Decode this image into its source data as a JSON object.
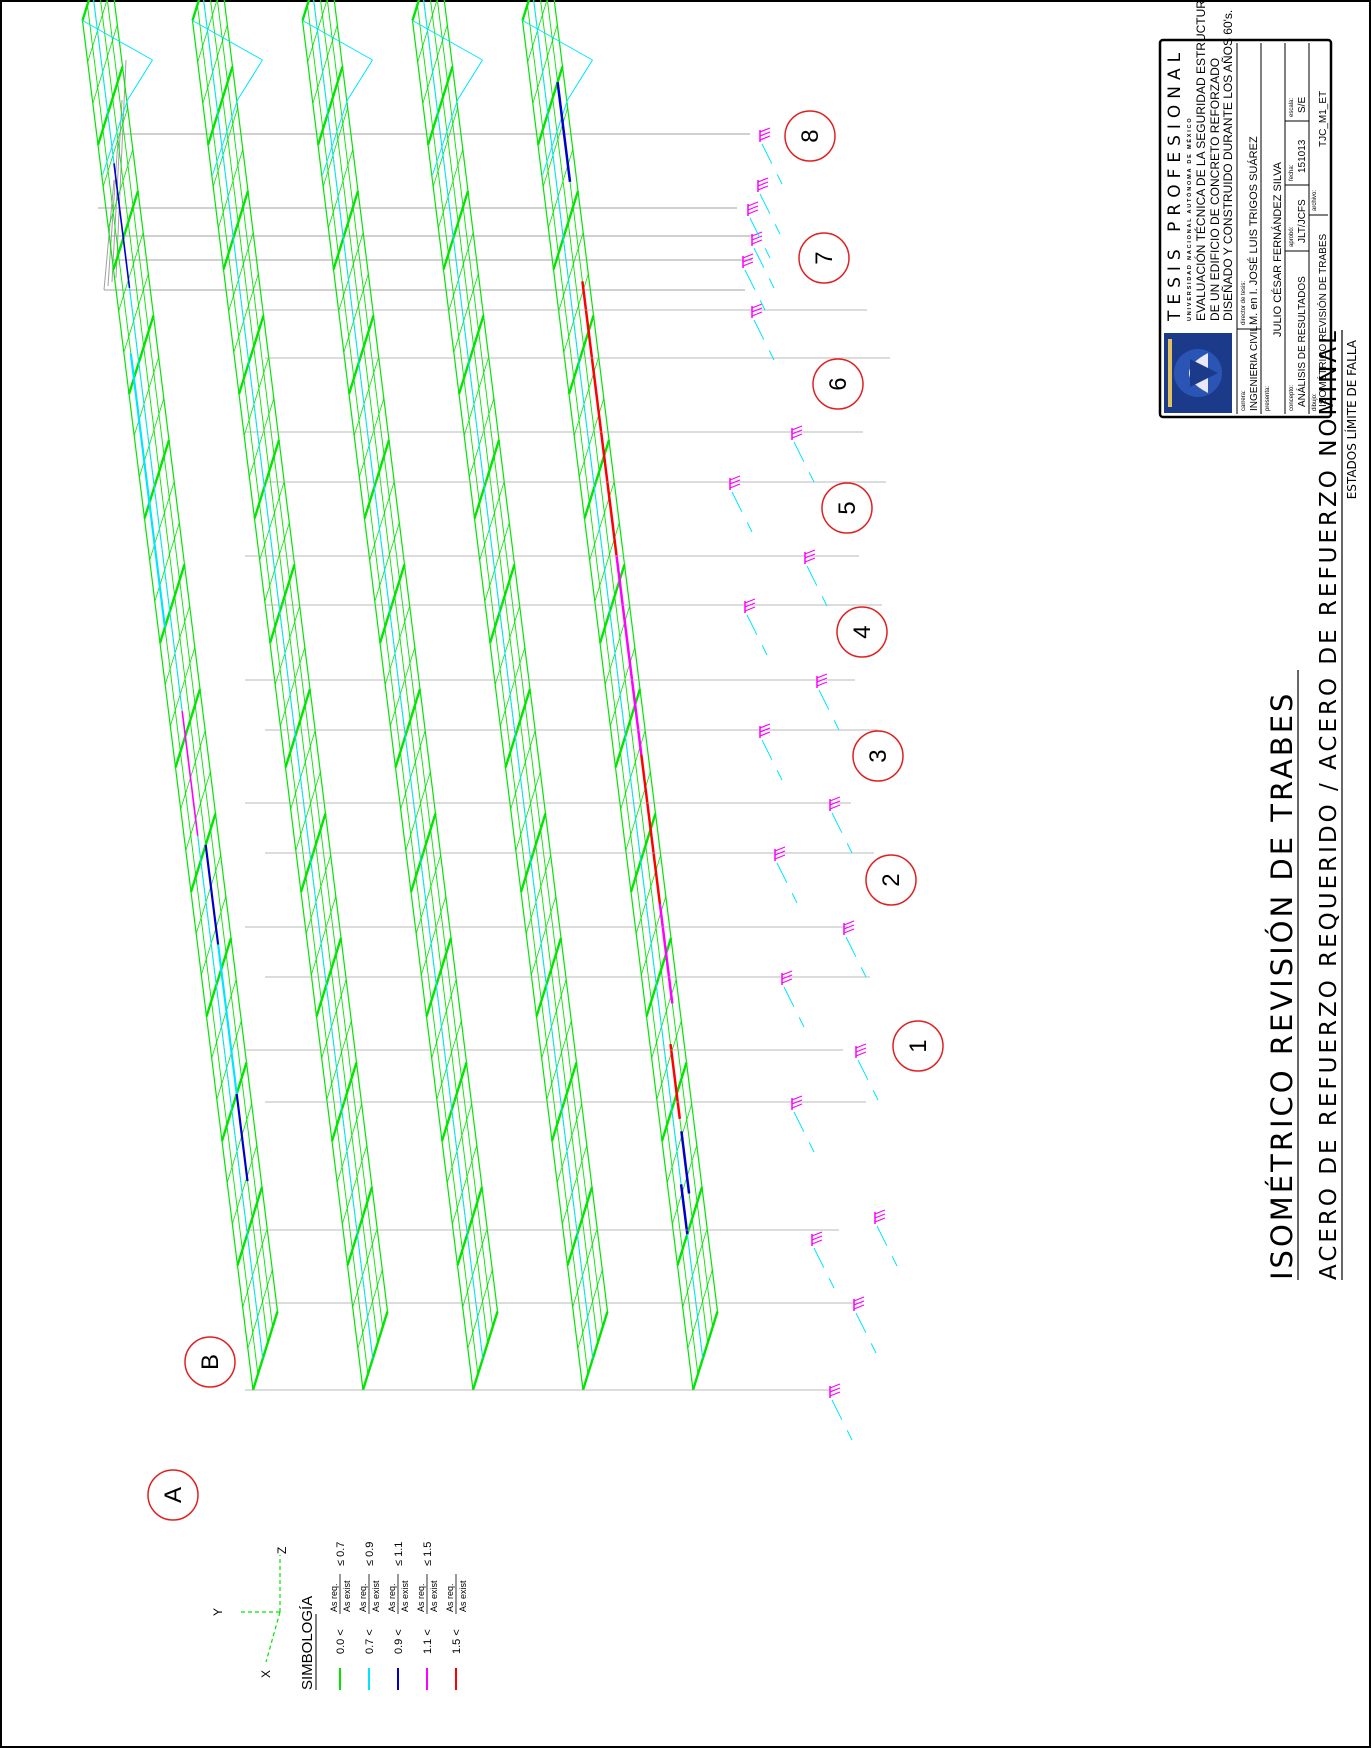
{
  "title_block": {
    "title": "TESIS PROFESIONAL",
    "university": "UNIVERSIDAD NACIONAL AUTÓNOMA DE MÉXICO",
    "thesis_lines": [
      "EVALUACIÓN TÉCNICA DE LA SEGURIDAD ESTRUCTURAL",
      "DE UN EDIFICIO DE CONCRETO REFORZADO",
      "DISEÑADO Y CONSTRUIDO DURANTE LOS AÑOS 60's."
    ],
    "carrera_label": "carrera:",
    "carrera": "INGENIERIA CIVIL",
    "director_label": "director de tesis:",
    "director": "M. en I. JOSÉ LUIS TRIGOS SUÁREZ",
    "presenta_label": "presenta:",
    "presenta": "JULIO CÉSAR FERNÁNDEZ SILVA",
    "concepto_label": "concepto:",
    "concepto": "ANÁLISIS DE RESULTADOS",
    "aprobo_label": "aprobó:",
    "aprobo": "JLT/JCFS",
    "fecha_label": "fecha:",
    "fecha": "151013",
    "escala_label": "escala:",
    "escala": "S/E",
    "dibujo_label": "dibujo:",
    "dibujo": "ISOMÉTRICO REVISIÓN DE TRABES",
    "archivo_label": "archivo:",
    "archivo": "TJC_M1_ET"
  },
  "drawing": {
    "title": "ISOMÉTRICO REVISIÓN DE TRABES",
    "subtitle": "ACERO DE REFUERZO REQUERIDO / ACERO DE REFUERZO NOMINAL",
    "note": "ESTADOS LÍMITE DE FALLA"
  },
  "axes_labels": {
    "x": "X",
    "y": "Y",
    "z": "Z"
  },
  "grid_bubbles": [
    "A",
    "B",
    "1",
    "2",
    "3",
    "4",
    "5",
    "6",
    "7",
    "8"
  ],
  "legend": {
    "title": "SIMBOLOGÍA",
    "ratio_numerator": "As req.",
    "ratio_denominator": "As exist",
    "items": [
      {
        "low": "0.0",
        "op1": "<",
        "op2": "≤",
        "high": "0.7",
        "color": "#00e600"
      },
      {
        "low": "0.7",
        "op1": "<",
        "op2": "≤",
        "high": "0.9",
        "color": "#00e5ff"
      },
      {
        "low": "0.9",
        "op1": "<",
        "op2": "≤",
        "high": "1.1",
        "color": "#0000cc"
      },
      {
        "low": "1.1",
        "op1": "<",
        "op2": "≤",
        "high": "1.5",
        "color": "#ff00ff"
      },
      {
        "low": "1.5",
        "op1": "<",
        "op2": "",
        "high": "",
        "color": "#ff0000"
      }
    ]
  },
  "colors": {
    "green": "#00e600",
    "cyan": "#00e5ff",
    "blue": "#0000cc",
    "magenta": "#ff00ff",
    "red": "#ff0000",
    "gray": "#a0a0a0",
    "bubble": "#e02020"
  }
}
